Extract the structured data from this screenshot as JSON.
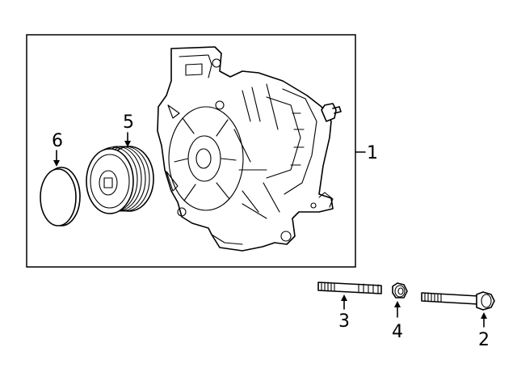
{
  "diagram": {
    "callouts": [
      {
        "id": "1",
        "part": "alternator-assembly"
      },
      {
        "id": "2",
        "part": "bolt"
      },
      {
        "id": "3",
        "part": "stud"
      },
      {
        "id": "4",
        "part": "nut"
      },
      {
        "id": "5",
        "part": "pulley"
      },
      {
        "id": "6",
        "part": "cap"
      }
    ]
  }
}
